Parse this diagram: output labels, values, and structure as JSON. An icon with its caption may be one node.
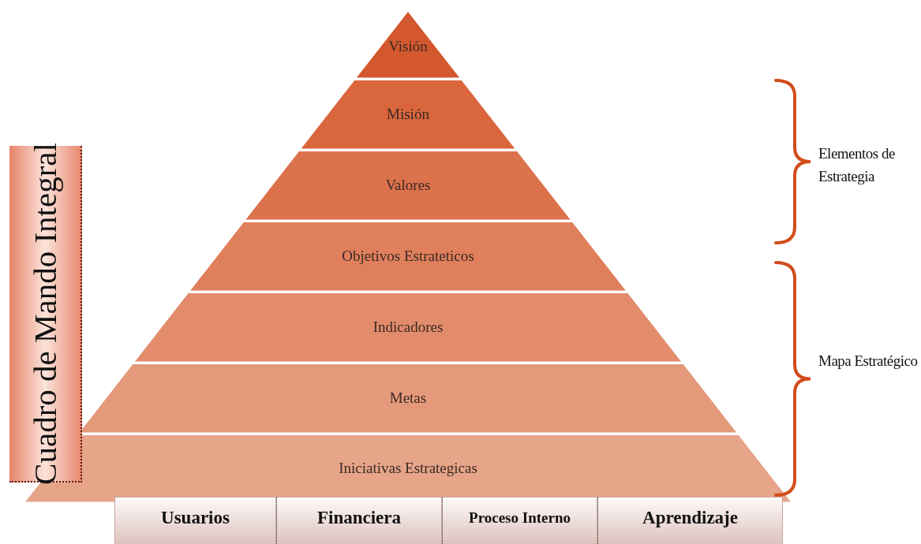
{
  "diagram": {
    "nodes": [
      {
        "text": [
          "Visión"
        ]
      },
      {
        "text": [
          "Misión"
        ]
      },
      {
        "text": [
          "Valores"
        ]
      },
      {
        "text": [
          "Objetivos Estrateticos"
        ]
      },
      {
        "text": [
          "Indicadores"
        ]
      },
      {
        "text": [
          "Metas"
        ]
      },
      {
        "text": [
          "Iniciativas Estrategicas"
        ]
      },
      {
        "text": [
          "Cuadro de Mando Integral"
        ]
      },
      {
        "text": [
          "Usuarios"
        ]
      },
      {
        "text": [
          "Financiera"
        ]
      },
      {
        "text": [
          "Proceso Interno"
        ]
      },
      {
        "text": [
          "Aprendizaje"
        ]
      }
    ],
    "labels": [
      "Elementos de Estrategia",
      "Mapa Estratégico"
    ]
  }
}
